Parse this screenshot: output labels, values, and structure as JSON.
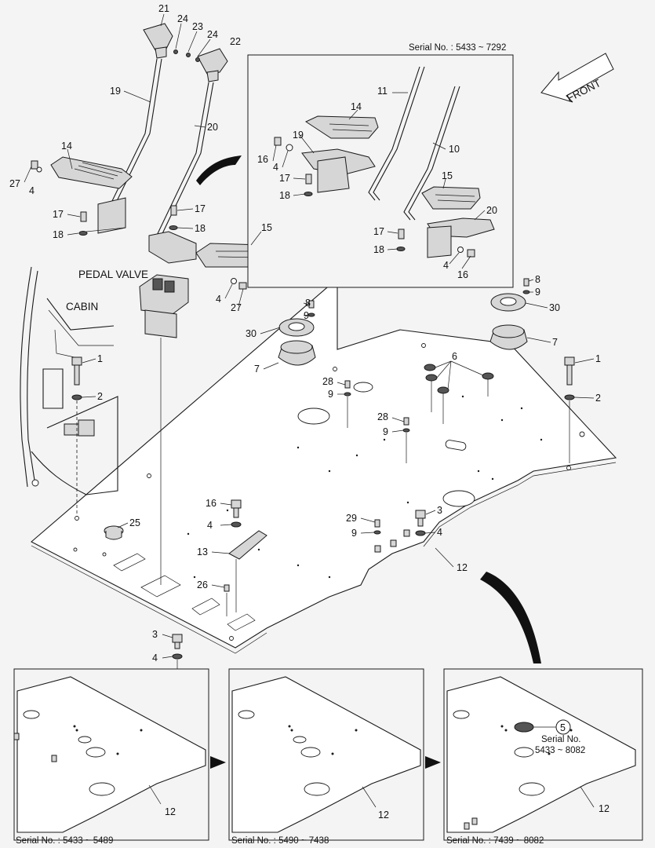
{
  "labels": {
    "serial_top": "Serial No. : 5433 ~ 7292",
    "front": "FRONT",
    "pedal_valve": "PEDAL VALVE",
    "cabin": "CABIN",
    "serial_inset1": "Serial No. : 5433 ~ 5489",
    "serial_inset2": "Serial No. : 5490 ~ 7438",
    "serial_inset3": "Serial No. : 7439 ~ 8082",
    "inset3_note_l1": "Serial No.",
    "inset3_note_l2": "5433 ~ 8082"
  },
  "callouts": [
    {
      "id": "c21",
      "text": "21"
    },
    {
      "id": "c24a",
      "text": "24"
    },
    {
      "id": "c23",
      "text": "23"
    },
    {
      "id": "c24b",
      "text": "24"
    },
    {
      "id": "c22",
      "text": "22"
    },
    {
      "id": "c19",
      "text": "19"
    },
    {
      "id": "c20",
      "text": "20"
    },
    {
      "id": "c14",
      "text": "14"
    },
    {
      "id": "c27a",
      "text": "27"
    },
    {
      "id": "c4a",
      "text": "4"
    },
    {
      "id": "c17a",
      "text": "17"
    },
    {
      "id": "c18a",
      "text": "18"
    },
    {
      "id": "c17b",
      "text": "17"
    },
    {
      "id": "c18b",
      "text": "18"
    },
    {
      "id": "c15",
      "text": "15"
    },
    {
      "id": "c4b",
      "text": "4"
    },
    {
      "id": "c27b",
      "text": "27"
    },
    {
      "id": "i11",
      "text": "11"
    },
    {
      "id": "i14",
      "text": "14"
    },
    {
      "id": "i19",
      "text": "19"
    },
    {
      "id": "i16a",
      "text": "16"
    },
    {
      "id": "i4a",
      "text": "4"
    },
    {
      "id": "i17a",
      "text": "17"
    },
    {
      "id": "i18a",
      "text": "18"
    },
    {
      "id": "i10",
      "text": "10"
    },
    {
      "id": "i15",
      "text": "15"
    },
    {
      "id": "i20",
      "text": "20"
    },
    {
      "id": "i17b",
      "text": "17"
    },
    {
      "id": "i18b",
      "text": "18"
    },
    {
      "id": "i4b",
      "text": "4"
    },
    {
      "id": "i16b",
      "text": "16"
    },
    {
      "id": "m8a",
      "text": "8"
    },
    {
      "id": "m9a",
      "text": "9"
    },
    {
      "id": "m30a",
      "text": "30"
    },
    {
      "id": "m7a",
      "text": "7"
    },
    {
      "id": "m8b",
      "text": "8"
    },
    {
      "id": "m9b",
      "text": "9"
    },
    {
      "id": "m30b",
      "text": "30"
    },
    {
      "id": "m7b",
      "text": "7"
    },
    {
      "id": "m1a",
      "text": "1"
    },
    {
      "id": "m2a",
      "text": "2"
    },
    {
      "id": "m1b",
      "text": "1"
    },
    {
      "id": "m2b",
      "text": "2"
    },
    {
      "id": "m6",
      "text": "6"
    },
    {
      "id": "m28a",
      "text": "28"
    },
    {
      "id": "m9c",
      "text": "9"
    },
    {
      "id": "m28b",
      "text": "28"
    },
    {
      "id": "m9d",
      "text": "9"
    },
    {
      "id": "m25",
      "text": "25"
    },
    {
      "id": "m16",
      "text": "16"
    },
    {
      "id": "m4c",
      "text": "4"
    },
    {
      "id": "m13",
      "text": "13"
    },
    {
      "id": "m26",
      "text": "26"
    },
    {
      "id": "m29",
      "text": "29"
    },
    {
      "id": "m9e",
      "text": "9"
    },
    {
      "id": "m3a",
      "text": "3"
    },
    {
      "id": "m4d",
      "text": "4"
    },
    {
      "id": "m12",
      "text": "12"
    },
    {
      "id": "m3b",
      "text": "3"
    },
    {
      "id": "m4e",
      "text": "4"
    },
    {
      "id": "s12a",
      "text": "12"
    },
    {
      "id": "s12b",
      "text": "12"
    },
    {
      "id": "s12c",
      "text": "12"
    },
    {
      "id": "s5",
      "text": "5"
    }
  ]
}
